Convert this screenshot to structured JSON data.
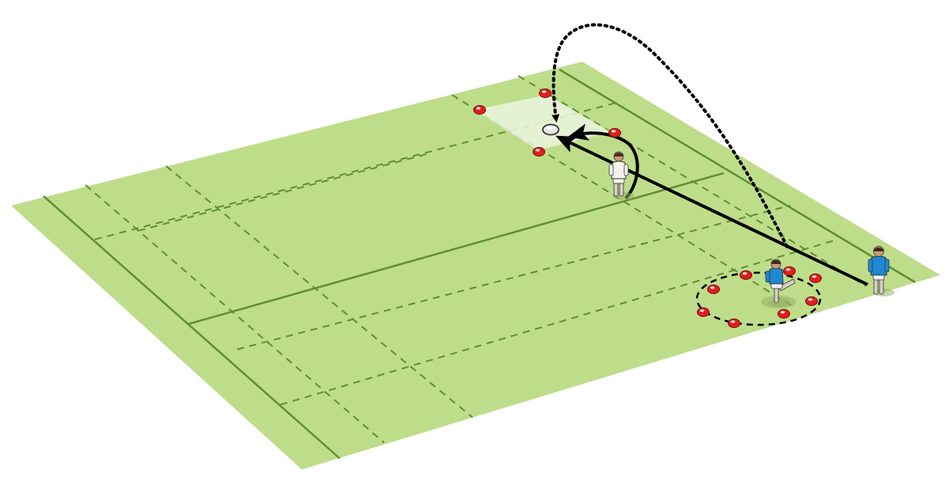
{
  "colors": {
    "pitch": "#bedd8a",
    "line": "#5f8f33",
    "target_zone": "#ecf5df",
    "cone": "#e21d1d",
    "cone_highlight": "#ffffff",
    "arrow": "#000000",
    "attacker_shirt": "#1e88d3",
    "defender_shirt": "#f4f3ec",
    "ball": "#e8e8e8"
  },
  "diagram": {
    "surface": "rugby pitch",
    "players": [
      {
        "id": "kicker",
        "team": "attack",
        "shirt": "blue"
      },
      {
        "id": "receiver",
        "team": "attack",
        "shirt": "blue"
      },
      {
        "id": "chaser",
        "team": "defence",
        "shirt": "white"
      }
    ],
    "cones": {
      "target_box": 4,
      "kick_circle": 8
    },
    "arrows": [
      "kick-flight",
      "chaser-run",
      "chaser-curve",
      "kick-circle-boundary"
    ]
  }
}
